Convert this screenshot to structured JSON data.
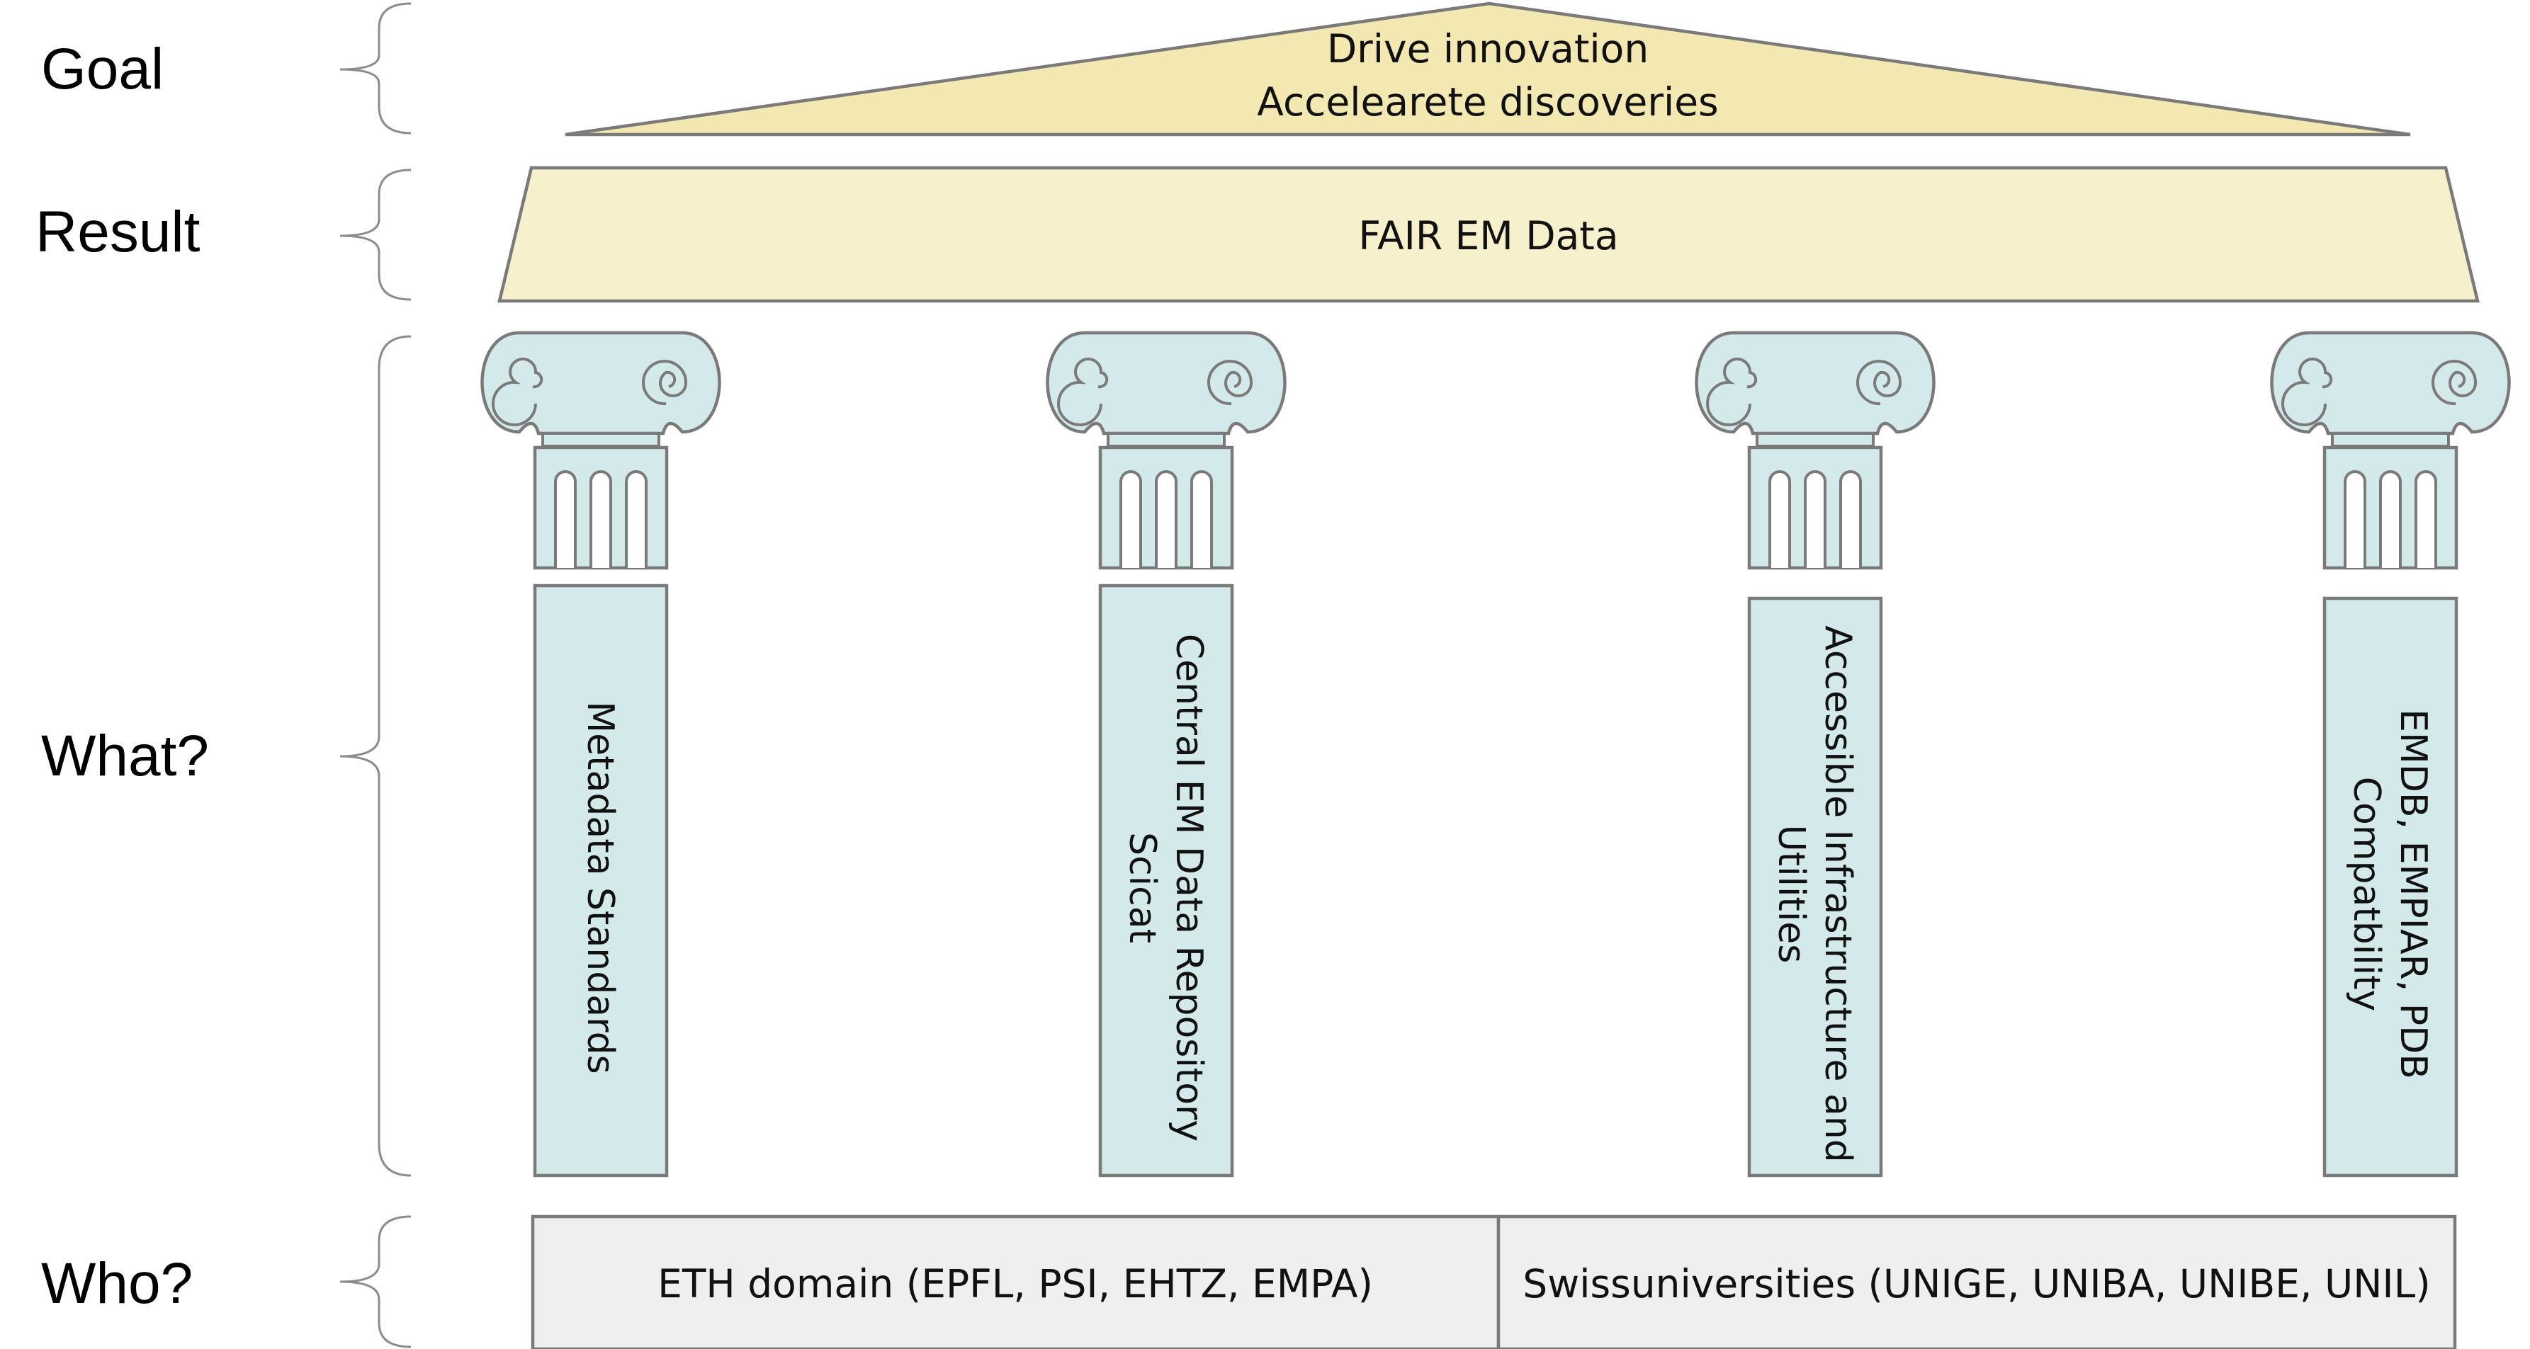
{
  "row_labels": {
    "goal": "Goal",
    "result": "Result",
    "what": "What?",
    "who": "Who?"
  },
  "roof": {
    "line1": "Drive innovation",
    "line2": "Accelearete discoveries"
  },
  "beam": {
    "text": "FAIR EM Data"
  },
  "pillars": [
    {
      "lines": [
        "Metadata Standards"
      ]
    },
    {
      "lines": [
        "Central EM Data Repository",
        "Scicat"
      ]
    },
    {
      "lines": [
        "Accessible Infrastructure and",
        "Utilities"
      ]
    },
    {
      "lines": [
        "EMDB, EMPIAR, PDB",
        "Compatbility"
      ]
    }
  ],
  "foundation": {
    "left": "ETH domain (EPFL, PSI, EHTZ, EMPA)",
    "right": "Swissuniversities (UNIGE, UNIBA, UNIBE, UNIL)"
  },
  "colors": {
    "roof_fill": "#f3e8b2",
    "beam_fill": "#f7f0cc",
    "pillar_fill": "#d3e9ea",
    "foundation_fill": "#efefef",
    "outline": "#7a7a7a",
    "brace": "#8c8c8c"
  }
}
